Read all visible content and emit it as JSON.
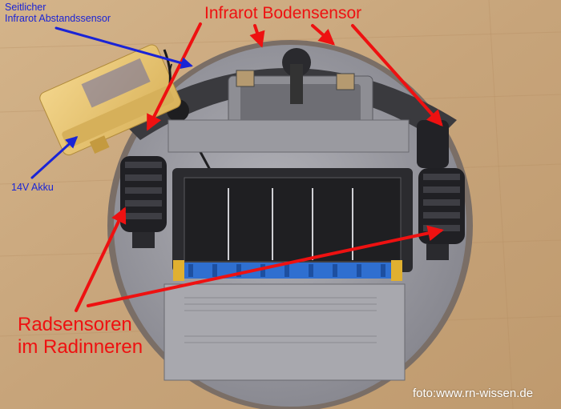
{
  "labels": {
    "side_sensor_line1": "Seitlicher",
    "side_sensor_line2": "Infrarot Abstandssensor",
    "battery": "14V Akku",
    "floor_sensor": "Infrarot Bodensensor",
    "wheel_sensors_line1": "Radsensoren",
    "wheel_sensors_line2": "im Radinneren",
    "credit": "foto:www.rn-wissen.de"
  },
  "colors": {
    "annotation_blue": "#1a24d6",
    "annotation_red": "#ee1111",
    "floor_wood": "#c9a77e",
    "robot_body": "#9c9ca4",
    "battery_yellow": "#e8c46c",
    "brush_blue": "#2f6fd0"
  }
}
